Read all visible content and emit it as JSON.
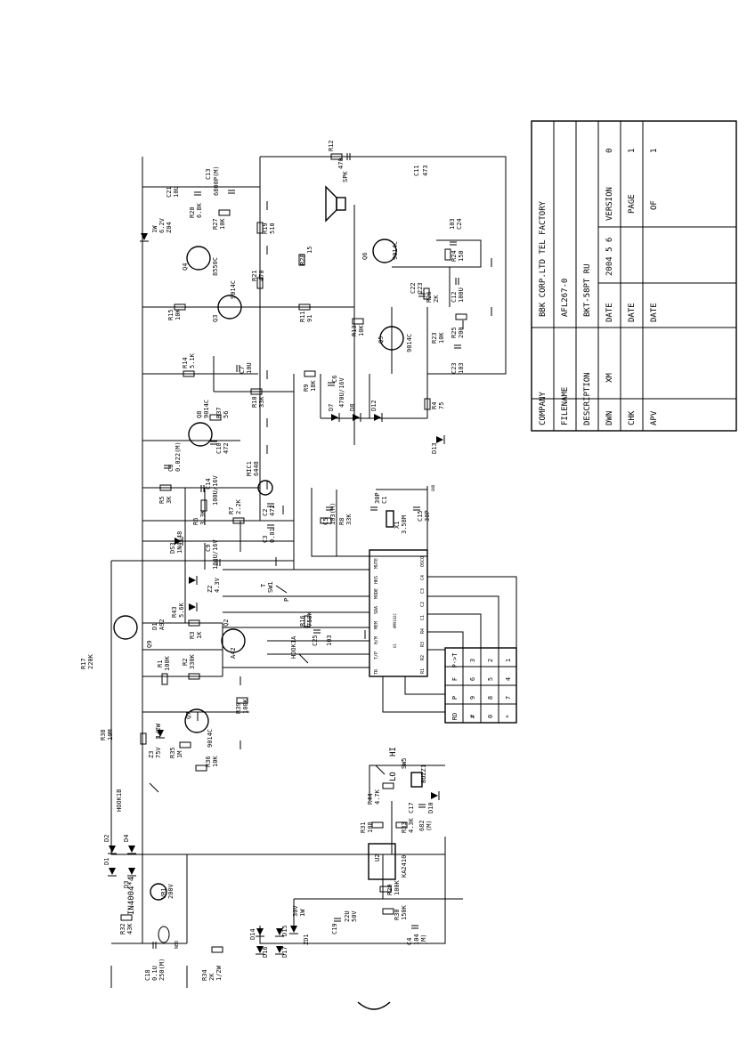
{
  "title_block": {
    "company_label": "COMPANY",
    "company": "BBK CORP.LTD TEL FACTORY",
    "filename_label": "FILENAME",
    "filename": "AFL267-0",
    "description_label": "DESCRIPTION",
    "description": "BKT-58PT RU",
    "dwn_label": "DWN",
    "dwn": "XM",
    "chk_label": "CHK",
    "apv_label": "APV",
    "date_label": "DATE",
    "date_value": "2004 5 6",
    "version_label": "VERSION",
    "version": "0",
    "page_label": "PAGE",
    "page": "1",
    "of_label": "OF",
    "of": "1"
  },
  "components": {
    "r12": "R12",
    "r12_v": "470",
    "c11": "C11",
    "c11_v": "473",
    "spk": "SPK",
    "c21": "C21",
    "c21_v": "10U",
    "c13": "C13",
    "c13_v": "6800P(M)",
    "z04": "Z04",
    "z04_v": "6.2V",
    "z04_w": "1W",
    "r20": "R20",
    "r20_v": "6.8K",
    "r27": "R27",
    "r27_v": "10K",
    "r19": "R19",
    "r19_v": "510",
    "q4": "Q4",
    "q4_v": "8550C",
    "r28": "R28",
    "r28_v": "15",
    "r21": "R21",
    "r21_v": "470",
    "q6": "Q6",
    "q6_v": "9014C",
    "c24": "C24",
    "c24_v": "103",
    "r24": "R24",
    "r24_v": "150",
    "r15": "R15",
    "r15_v": "10K",
    "q3": "Q3",
    "q3_v": "9014C",
    "c22": "C22",
    "c22_v": "223",
    "r26": "R26",
    "r26_v": "2K",
    "c12": "C12",
    "c12_v": "100U",
    "r11": "R11",
    "r11_v": "91",
    "r13": "R13",
    "r13_v": "10K",
    "q5": "Q5",
    "q5_v": "9014C",
    "r23": "R23",
    "r23_v": "10K",
    "r25": "R25",
    "r25_v": "200",
    "c23": "C23",
    "c23_v": "103",
    "r14": "R14",
    "r14_v": "5.1K",
    "c7": "C7",
    "c7_v": "10U",
    "r10": "R10",
    "r10_v": "33K",
    "r9": "R9",
    "r9_v": "18K",
    "c6": "C6",
    "c6_v": "470U/16V",
    "d7": "D7",
    "d8": "D8",
    "d12": "D12",
    "r4": "R4",
    "r4_v": "75",
    "d13": "D13",
    "q8": "Q8",
    "q8_v": "9014C",
    "r37": "R37",
    "r37_v": "56",
    "c10": "C10",
    "c10_v": "472",
    "c8": "C8",
    "c8_v": "0.022(M)",
    "r5": "R5",
    "r5_v": "3K",
    "c14": "C14",
    "c14_v": "100U/16V",
    "mic1": "MIC1",
    "mic1_v": "6448",
    "r6": "R6",
    "r6_v": "3.3K",
    "r7": "R7",
    "r7_v": "2.2K",
    "c2": "C2",
    "c2_v": "472",
    "c3": "C3",
    "c3_v": "0.01",
    "c5": "C5",
    "c5_v": "103(M)",
    "r8": "R8",
    "r8_v": "33K",
    "c1": "C1",
    "c1_v": "30P",
    "x1": "X1",
    "x1_v": "3.58M",
    "c15": "C15",
    "c15_v": "30P",
    "ds3": "DS3",
    "ds3_v": "1N4148",
    "c9": "C9",
    "c9_v": "100U/16V",
    "z2": "Z2",
    "z2_v": "4.3V",
    "sw1": "SW1",
    "t": "T",
    "p": "P",
    "q9": "Q9",
    "q9_v": "A92",
    "r43": "R43",
    "r43_v": "5.6K",
    "d1": "D1",
    "r3": "R3",
    "r3_v": "1K",
    "r1": "R1",
    "r1_v": "100K",
    "r2": "R2",
    "r2_v": "330K",
    "q2": "Q2",
    "q2_v": "A42",
    "r16": "R16",
    "r16_v": "750K",
    "hook1a": "HOOK1A",
    "c25": "C25",
    "c25_v": "103",
    "r17": "R17",
    "r17_v": "220K",
    "q7": "Q7",
    "q7_v": "9014C",
    "r39": "R39",
    "r39_v": "100K",
    "r38": "R38",
    "r38_v": "10M",
    "z3": "Z3",
    "z3_v": "75V",
    "z3_w": "1/2W",
    "r35": "R35",
    "r35_v": "1M",
    "r36": "R36",
    "r36_v": "10K",
    "hook1b": "HOOK1B",
    "diode_bridge": "IN4004*4",
    "d2": "D2",
    "d4": "D4",
    "db1": "D1",
    "d3": "D3",
    "vr1": "VR1",
    "vr1_v": "200V",
    "r32": "R32",
    "r32_v": "43K",
    "neo": "NEO",
    "c18": "C18",
    "c18_v": "0.1U",
    "c18_w": "250(M)",
    "r34": "R34",
    "r34_v": "2K",
    "r34_w": "1/2W",
    "d14": "D14",
    "d15": "D15",
    "d16": "D16",
    "d17": "D17",
    "zd1": "ZD1",
    "zd1_v": "30V",
    "zd1_w": "1W",
    "c19": "C19",
    "c19_v": "22U",
    "c19_w": "50V",
    "r29": "R29",
    "r29_v": "100K",
    "r30": "R30",
    "r30_v": "150K",
    "c4": "C4",
    "c4_v": "104",
    "c4_w": "(M)",
    "u2": "U2",
    "u2_v": "KA2410",
    "r31": "R31",
    "r31_v": "100",
    "r44": "R44",
    "r44_v": "4.7K",
    "r33": "R33",
    "r33_v": "4.3K",
    "c17": "C17",
    "c17_v": "682",
    "c17_w": "(M)",
    "d10": "D10",
    "sw5": "SW5",
    "hi": "HI",
    "lo": "LO",
    "buzz1": "BUZZ1",
    "u1": "U1",
    "u1_v": "HM9102C",
    "gnd": "GND"
  },
  "keypad": {
    "keys": [
      "P->T",
      "F",
      "P",
      "RD",
      "3",
      "6",
      "9",
      "#",
      "2",
      "5",
      "8",
      "0",
      "1",
      "4",
      "7",
      "*"
    ]
  },
  "ic_pins": {
    "left": [
      "MUTE",
      "HKS",
      "MODE",
      "SDA",
      "MEM",
      "H/M",
      "T/P",
      "TR"
    ],
    "right": [
      "OSCO",
      "C4",
      "C3",
      "C2",
      "C1",
      "R4",
      "R3",
      "R2",
      "R1"
    ]
  },
  "page_mark": ")"
}
